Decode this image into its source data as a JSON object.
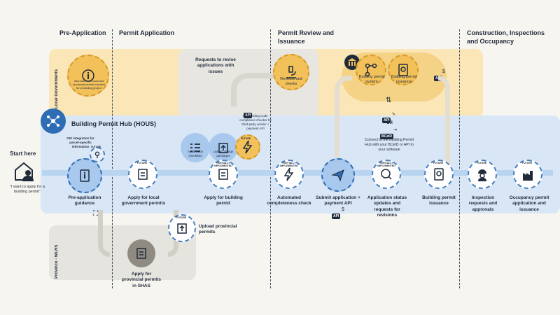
{
  "phases": {
    "pre_application": "Pre-Application",
    "permit_application": "Permit Application",
    "permit_review": "Permit Review and Issuance",
    "construction": "Construction, Inspections and Occupancy"
  },
  "lanes": {
    "local_governments": "Local Governments",
    "hub": "Building Permit Hub (HOUS)",
    "province": "Province - WLRS"
  },
  "start": {
    "title": "Start here",
    "quote": "\"I want to apply for a building permit\""
  },
  "local_info": {
    "text": "Information on local and provincial permits needed for a building project"
  },
  "requests_revise": "Requests to revise applications with issues",
  "reviews_checks": "Reviews and checks",
  "bc_code": "BC Building Code compliance checker by third-party vendor + payment API",
  "systems": {
    "permit_system": "Building permit system",
    "permit_issuance": "Building permit issuance"
  },
  "connect": {
    "or": "OR",
    "bceid": "BCeID",
    "text": "Connect to the Building Permit Hub with your BCeID or API to your software"
  },
  "api_label": "API",
  "gis": "GIS integration for parcel-specific information",
  "tags": {
    "future": "FUTURE",
    "partial": "PARTIALLY IMPLEMENTED"
  },
  "hub_nodes": {
    "app_checklists": "Application checklists",
    "upload_design": "Upload design packages"
  },
  "steps": [
    {
      "id": "pre",
      "label": "Pre-application guidance"
    },
    {
      "id": "local",
      "label": "Apply for local government permits"
    },
    {
      "id": "building",
      "label": "Apply for building permit"
    },
    {
      "id": "auto",
      "label": "Automated completeness check"
    },
    {
      "id": "submit",
      "label": "Submit application + payment API"
    },
    {
      "id": "status",
      "label": "Application status updates and requests for revisions"
    },
    {
      "id": "issuance",
      "label": "Building permit issuance"
    },
    {
      "id": "inspection",
      "label": "Inspection requests and approvals"
    },
    {
      "id": "occupancy",
      "label": "Occupancy permit application and issuance"
    }
  ],
  "upload_prov": "Upload provincial permits",
  "apply_prov": "Apply for provincial permits in SHAS",
  "colors": {
    "hub_blue": "#2e6db4",
    "lg_yellow": "#fbe6b8",
    "node_yellow": "#f2c15a"
  }
}
